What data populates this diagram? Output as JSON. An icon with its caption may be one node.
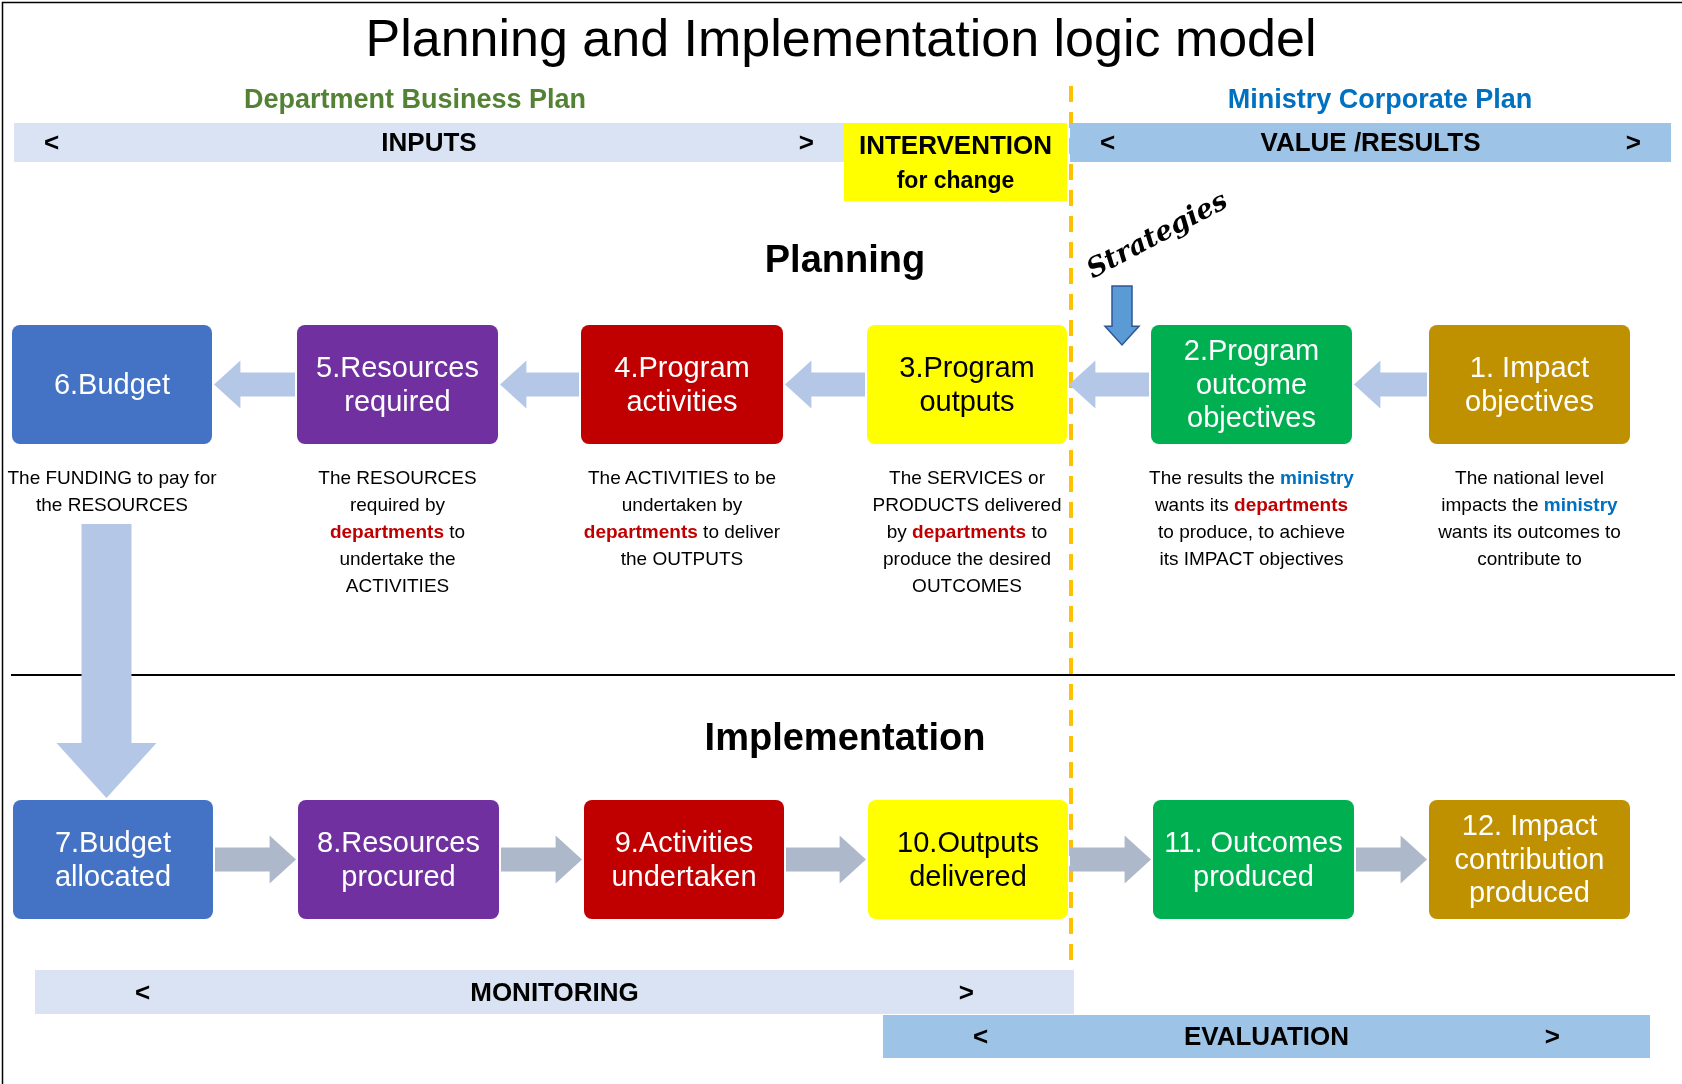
{
  "diagram": {
    "title": "Planning and Implementation logic model",
    "nodes": [
      {
        "text": [
          "<",
          "INPUTS",
          ">"
        ]
      },
      {
        "text": [
          "INTERVENTION",
          "for change"
        ]
      },
      {
        "text": [
          "<",
          "VALUE /RESULTS",
          ">"
        ]
      },
      {
        "text": [
          "Strategies"
        ]
      },
      {
        "text": [
          "6.Budget"
        ],
        "beside": [
          "The FUNDING to pay for the RESOURCES"
        ]
      },
      {
        "text": [
          "5.Resources required"
        ],
        "beside": [
          "The RESOURCES required by **departments** to undertake the ACTIVITIES"
        ]
      },
      {
        "text": [
          "4.Program activities"
        ],
        "beside": [
          "The ACTIVITIES to be undertaken by **departments** to deliver the OUTPUTS"
        ]
      },
      {
        "text": [
          "3.Program outputs"
        ],
        "beside": [
          "The SERVICES or PRODUCTS delivered by **departments** to produce the desired OUTCOMES"
        ]
      },
      {
        "text": [
          "2.Program outcome objectives"
        ],
        "beside": [
          "The results the **ministry** wants its **departments** to produce, to achieve its IMPACT objectives"
        ]
      },
      {
        "text": [
          "1. Impact objectives"
        ],
        "beside": [
          "The national level impacts the **ministry** wants its outcomes to contribute to"
        ]
      },
      {
        "text": [
          "7.Budget allocated"
        ]
      },
      {
        "text": [
          "8.Resources procured"
        ]
      },
      {
        "text": [
          "9.Activities undertaken"
        ]
      },
      {
        "text": [
          "10.Outputs delivered"
        ]
      },
      {
        "text": [
          "11. Outcomes produced"
        ]
      },
      {
        "text": [
          "12. Impact contribution produced"
        ]
      },
      {
        "text": [
          "<",
          "MONITORING",
          ">"
        ]
      },
      {
        "text": [
          "<",
          "EVALUATION",
          ">"
        ]
      }
    ],
    "edges": [
      {
        "from": 5,
        "to": 4,
        "arrow": "to"
      },
      {
        "from": 6,
        "to": 5,
        "arrow": "to"
      },
      {
        "from": 7,
        "to": 6,
        "arrow": "to"
      },
      {
        "from": 8,
        "to": 7,
        "arrow": "to"
      },
      {
        "from": 9,
        "to": 8,
        "arrow": "to"
      },
      {
        "from": 3,
        "to": null,
        "arrow": "to",
        "color": "#5b9bd5"
      },
      {
        "from": 4,
        "to": 10,
        "arrow": "to"
      },
      {
        "from": 10,
        "to": 11,
        "arrow": "to",
        "color": "#adb9ca"
      },
      {
        "from": 11,
        "to": 12,
        "arrow": "to",
        "color": "#adb9ca"
      },
      {
        "from": 12,
        "to": 13,
        "arrow": "to",
        "color": "#adb9ca"
      },
      {
        "from": 13,
        "to": 14,
        "arrow": "to",
        "color": "#adb9ca"
      },
      {
        "from": 14,
        "to": 15,
        "arrow": "to",
        "color": "#adb9ca"
      }
    ],
    "labels": [
      "Department Business Plan",
      "Ministry Corporate Plan",
      "Planning",
      "Implementation"
    ]
  }
}
